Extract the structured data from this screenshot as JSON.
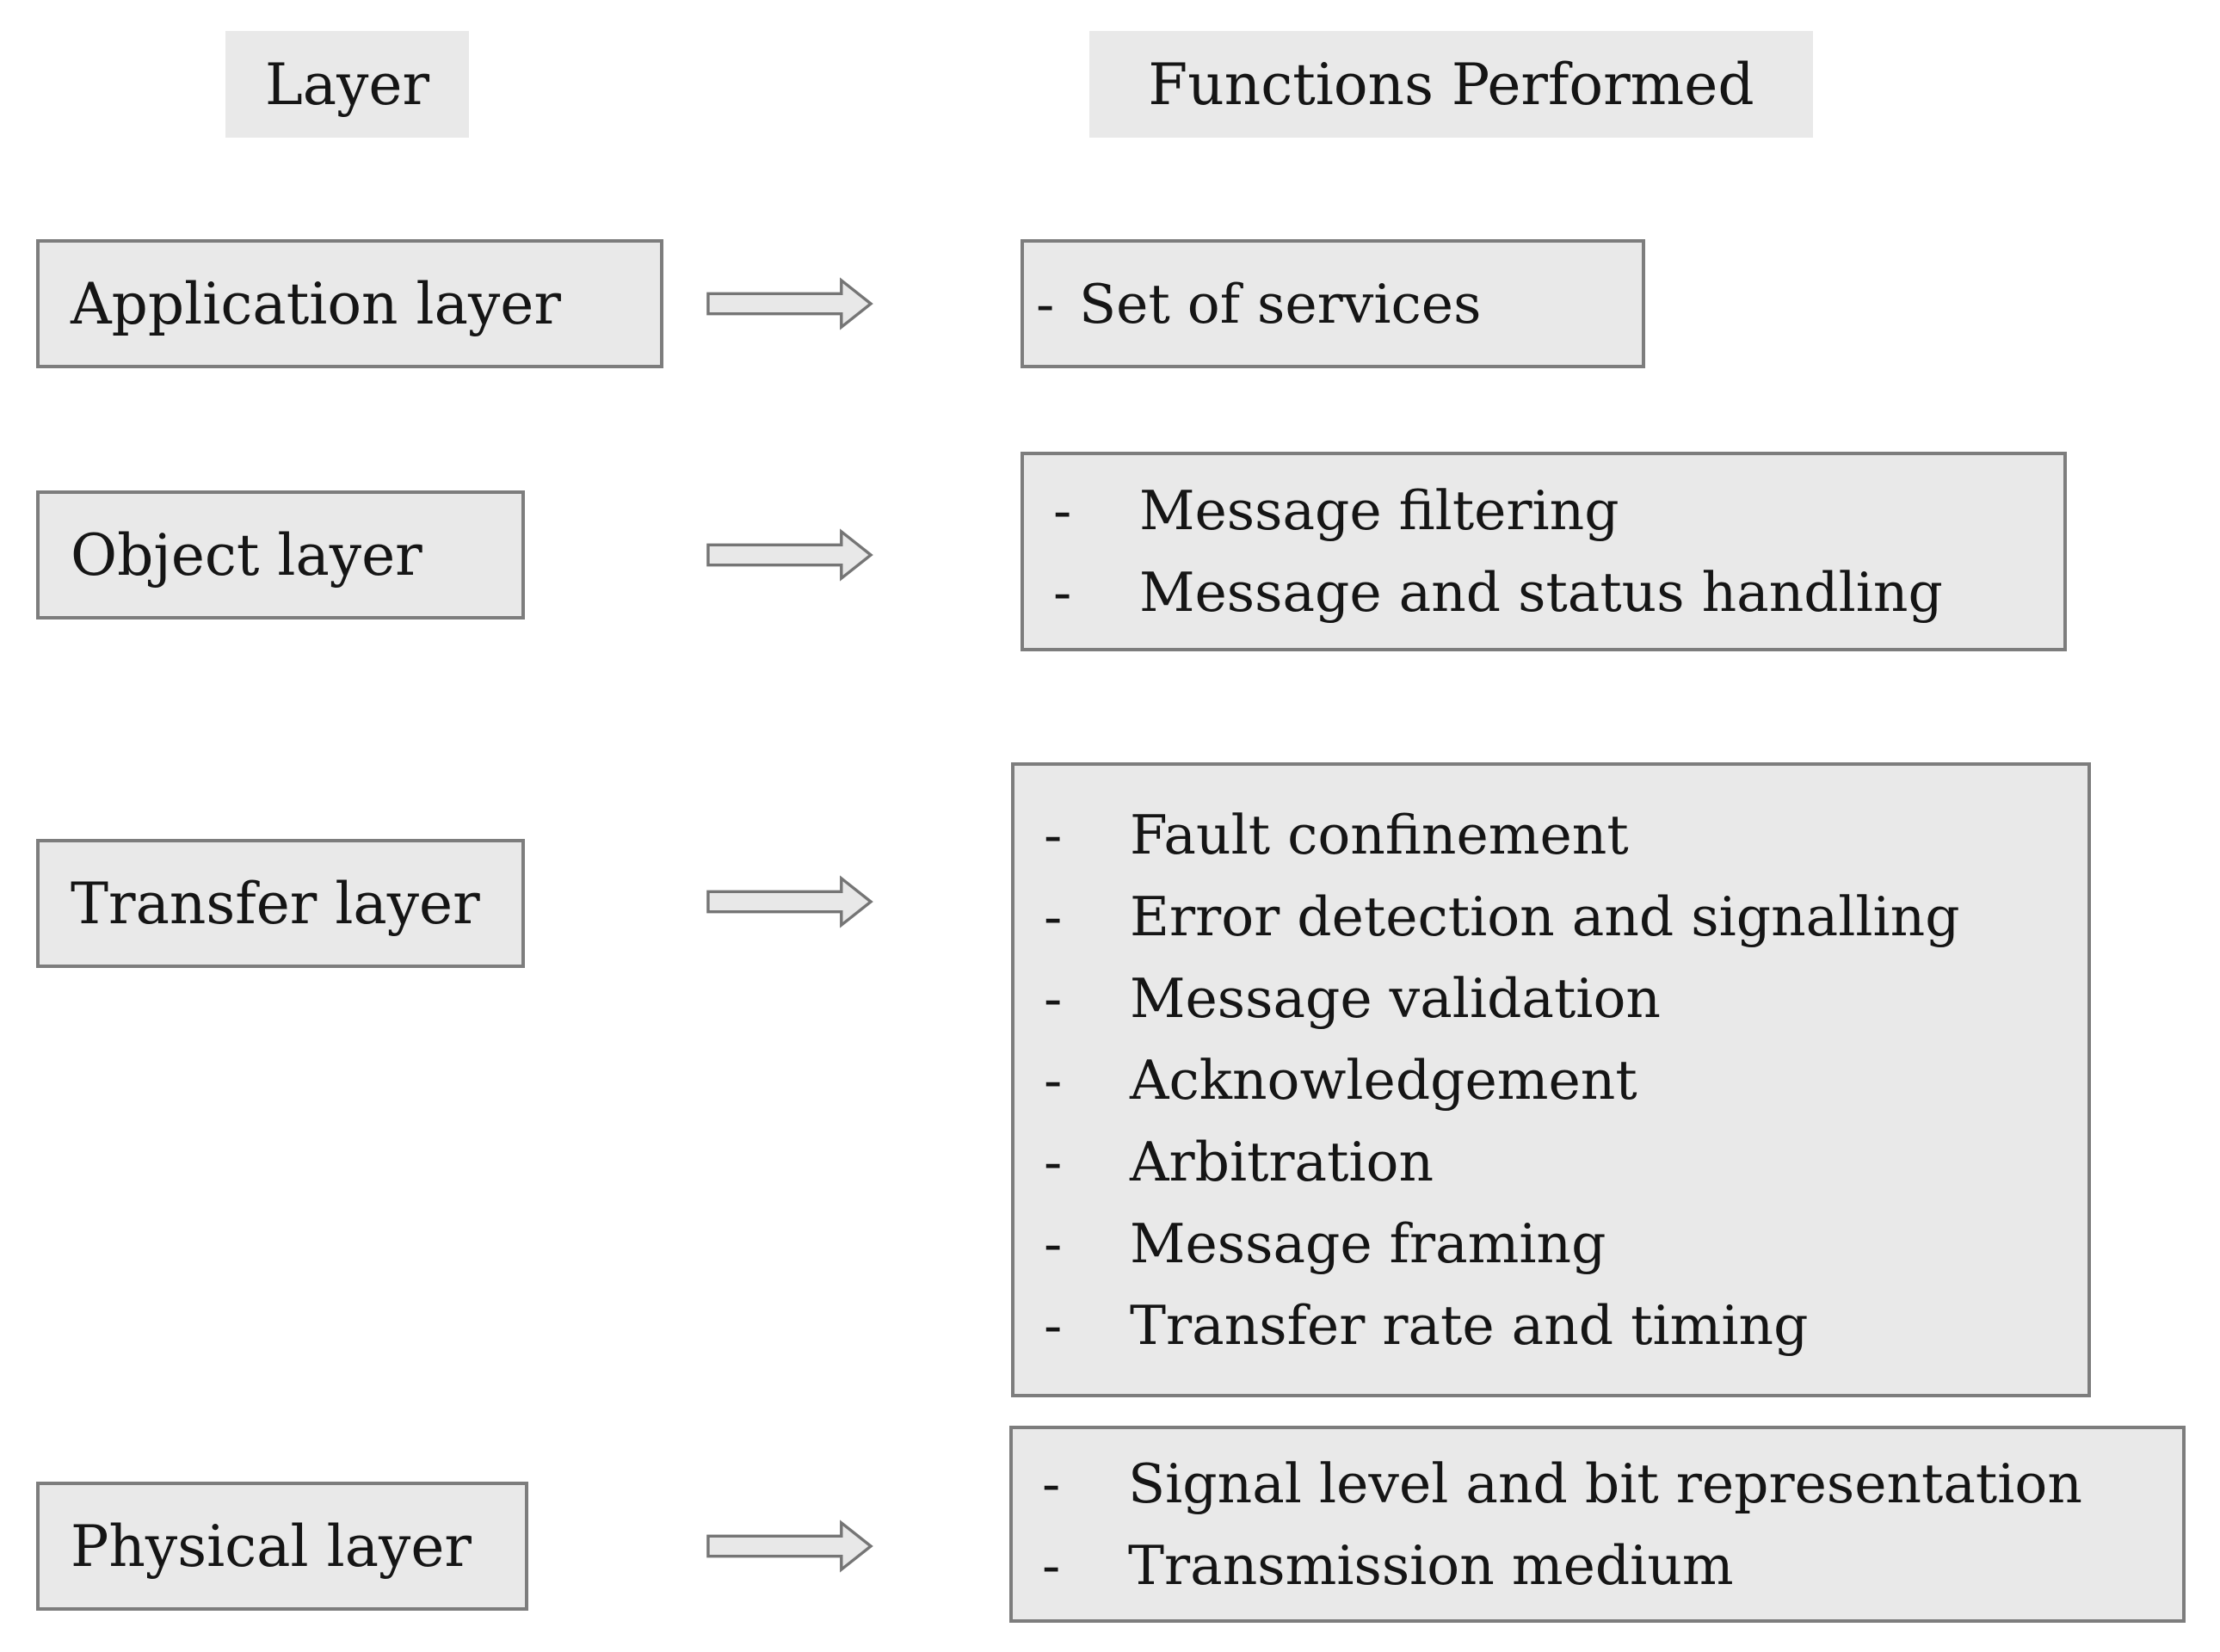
{
  "column_headers": {
    "layer": "Layer",
    "functions_performed": "Functions Performed"
  },
  "bullet_char": "-",
  "layers": [
    {
      "name": "Application layer",
      "functions": [
        "Set of services"
      ]
    },
    {
      "name": "Object layer",
      "functions": [
        "Message filtering",
        "Message and status handling"
      ]
    },
    {
      "name": "Transfer layer",
      "functions": [
        "Fault confinement",
        "Error detection and signalling",
        "Message validation",
        "Acknowledgement",
        "Arbitration",
        "Message framing",
        "Transfer rate and timing"
      ]
    },
    {
      "name": "Physical layer",
      "functions": [
        "Signal level and bit representation",
        "Transmission medium"
      ]
    }
  ],
  "colors": {
    "box_fill": "#e9e9e9",
    "box_border": "#7d7d7d",
    "arrow_fill": "#e8e8e8",
    "arrow_outline": "#757575",
    "text": "#151515",
    "background": "#ffffff"
  }
}
